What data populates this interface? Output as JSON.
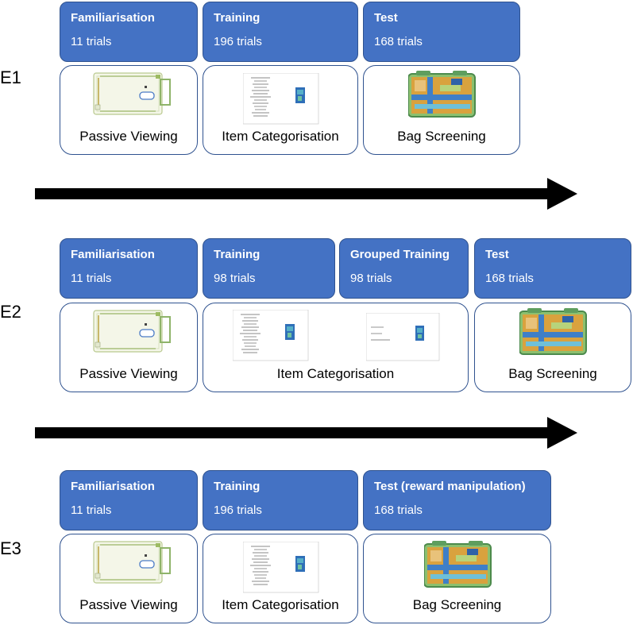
{
  "experiments": [
    {
      "label": "E1",
      "phases": [
        {
          "title": "Familiarisation",
          "trials": "11 trials"
        },
        {
          "title": "Training",
          "trials": "196 trials"
        },
        {
          "title": "Test",
          "trials": "168 trials"
        }
      ],
      "tasks": [
        "Passive Viewing",
        "Item Categorisation",
        "Bag Screening"
      ]
    },
    {
      "label": "E2",
      "phases": [
        {
          "title": "Familiarisation",
          "trials": "11 trials"
        },
        {
          "title": "Training",
          "trials": "98 trials"
        },
        {
          "title": "Grouped Training",
          "trials": "98 trials"
        },
        {
          "title": "Test",
          "trials": "168 trials"
        }
      ],
      "tasks": [
        "Passive Viewing",
        "Item Categorisation",
        "Bag Screening"
      ]
    },
    {
      "label": "E3",
      "phases": [
        {
          "title": "Familiarisation",
          "trials": "11 trials"
        },
        {
          "title": "Training",
          "trials": "196 trials"
        },
        {
          "title": "Test (reward manipulation)",
          "trials": "168 trials"
        }
      ],
      "tasks": [
        "Passive Viewing",
        "Item Categorisation",
        "Bag Screening"
      ]
    }
  ],
  "colors": {
    "phase_fill": "#4472c4",
    "phase_border": "#2f528f",
    "arrow": "#000000"
  }
}
